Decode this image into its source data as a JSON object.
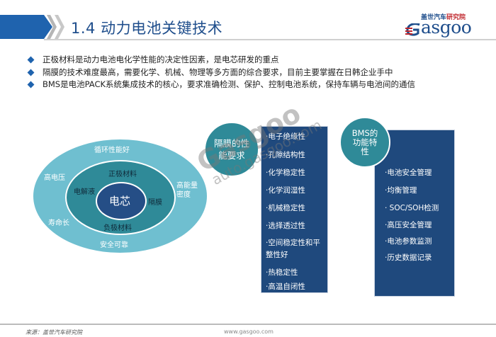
{
  "header": {
    "title": "1.4 动力电池关键技术",
    "logo": {
      "cn_part1": "盖世汽车",
      "cn_part2": "研究院",
      "en": "asgoo",
      "icon": "gasgoo-g-logo-icon"
    }
  },
  "bullets": [
    {
      "icon": "diamond-bullet-icon",
      "text": "正极材料是动力电池电化学性能的决定性因素，是电芯研发的重点"
    },
    {
      "icon": "diamond-bullet-icon",
      "text": "隔膜的技术难度最高，需要化学、机械、物理等多方面的综合要求，目前主要掌握在日韩企业手中"
    },
    {
      "icon": "diamond-bullet-icon",
      "text": "BMS是电池PACK系统集成技术的核心，要求准确检测、保护、控制电池系统，保持车辆与电池间的通信"
    }
  ],
  "diagram": {
    "core": "电芯",
    "inner_ring": [
      "正极材料",
      "电解液",
      "隔膜",
      "负极材料"
    ],
    "outer_ring": [
      "循环性能好",
      "高电压",
      "高能量",
      "密度",
      "寿命长",
      "安全可靠"
    ]
  },
  "separator_panel": {
    "title_line1": "隔膜的性",
    "title_line2": "能要求",
    "items": [
      "·电子绝缘性",
      "·孔隙结构性",
      "·化学稳定性",
      "·化学润湿性",
      "·机械稳定性",
      "·选择透过性",
      "·空间稳定性和平",
      "整性好",
      "·热稳定性",
      "·高温自闭性"
    ]
  },
  "bms_panel": {
    "title_line1": "BMS的",
    "title_line2": "功能特",
    "title_line3": "性",
    "items": [
      "·电池安全管理",
      "·均衡管理",
      "· SOC/SOH检测",
      "·高压安全管理",
      "·电池参数监测",
      "·历史数据记录"
    ]
  },
  "watermark": {
    "brand": "Gasgoo",
    "url": "auto.gasgoo.com"
  },
  "footer": {
    "source": "来源：盖世汽车研究院",
    "url": "www.gasgoo.com"
  },
  "colors": {
    "brand_blue": "#1f63ae",
    "title_blue": "#1f4e8c",
    "outer_ring": "#6fbfd0",
    "inner_ring": "#2f8a98",
    "core": "#254e86",
    "panel_navy": "#1f497d",
    "logo_red": "#c0282e"
  }
}
